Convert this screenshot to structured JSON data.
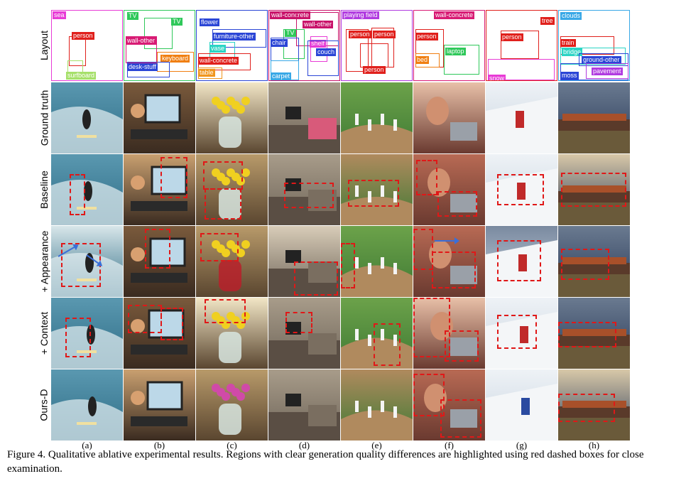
{
  "figure": {
    "row_labels": [
      "Layout",
      "Ground truth",
      "Baseline",
      "+ Appearance",
      "+ Context",
      "Ours-D"
    ],
    "column_labels": [
      "(a)",
      "(b)",
      "(c)",
      "(d)",
      "(e)",
      "(f)",
      "(g)",
      "(h)"
    ],
    "colors": {
      "highlight": "#e01818",
      "arrow": "#3a6fd8"
    },
    "layouts": [
      {
        "tags": [
          {
            "text": "sea",
            "color": "#e83bd6"
          },
          {
            "text": "person",
            "color": "#e0201c"
          },
          {
            "text": "surfboard",
            "color": "#a6e06a"
          }
        ]
      },
      {
        "tags": [
          {
            "text": "TV",
            "color": "#2fc85a"
          },
          {
            "text": "TV",
            "color": "#2fc85a"
          },
          {
            "text": "wall-other",
            "color": "#d81b74"
          },
          {
            "text": "keyboard",
            "color": "#f07f12"
          },
          {
            "text": "desk-stuff",
            "color": "#2b46d6"
          }
        ]
      },
      {
        "tags": [
          {
            "text": "flower",
            "color": "#2b46d6"
          },
          {
            "text": "furniture-other",
            "color": "#2b46d6"
          },
          {
            "text": "vase",
            "color": "#2bd4c4"
          },
          {
            "text": "wall-concrete",
            "color": "#e0201c"
          },
          {
            "text": "table",
            "color": "#f0961e"
          }
        ]
      },
      {
        "tags": [
          {
            "text": "wall-concrete",
            "color": "#c9136a"
          },
          {
            "text": "wall-other",
            "color": "#c9136a"
          },
          {
            "text": "TV",
            "color": "#2fc85a"
          },
          {
            "text": "chair",
            "color": "#2b46d6"
          },
          {
            "text": "shelf",
            "color": "#e83bd6"
          },
          {
            "text": "couch",
            "color": "#2b46d6"
          },
          {
            "text": "carpet",
            "color": "#39a8e6"
          }
        ]
      },
      {
        "tags": [
          {
            "text": "playing field",
            "color": "#b13be0"
          },
          {
            "text": "person",
            "color": "#e0201c"
          },
          {
            "text": "person",
            "color": "#e0201c"
          },
          {
            "text": "person",
            "color": "#e0201c"
          }
        ]
      },
      {
        "tags": [
          {
            "text": "wall-concrete",
            "color": "#d81b74"
          },
          {
            "text": "person",
            "color": "#e0201c"
          },
          {
            "text": "laptop",
            "color": "#2fc85a"
          },
          {
            "text": "bed",
            "color": "#f07f12"
          }
        ]
      },
      {
        "tags": [
          {
            "text": "tree",
            "color": "#e0201c"
          },
          {
            "text": "person",
            "color": "#e0201c"
          },
          {
            "text": "snow",
            "color": "#e83bd6"
          }
        ]
      },
      {
        "tags": [
          {
            "text": "clouds",
            "color": "#39a8e6"
          },
          {
            "text": "train",
            "color": "#e0201c"
          },
          {
            "text": "bridge",
            "color": "#2bd4c4"
          },
          {
            "text": "ground-other",
            "color": "#2b46d6"
          },
          {
            "text": "moss",
            "color": "#2b46d6"
          },
          {
            "text": "pavement",
            "color": "#b13be0"
          }
        ]
      }
    ],
    "caption": "Figure 4. Qualitative ablative experimental results. Regions with clear generation quality differences are highlighted using red dashed boxes for close examination."
  }
}
